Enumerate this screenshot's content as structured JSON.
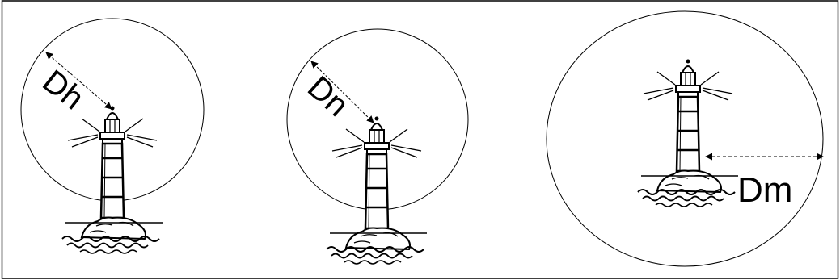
{
  "figure": {
    "panels": [
      {
        "label": "Dh"
      },
      {
        "label": "Dn"
      },
      {
        "label": "Dm"
      }
    ]
  }
}
